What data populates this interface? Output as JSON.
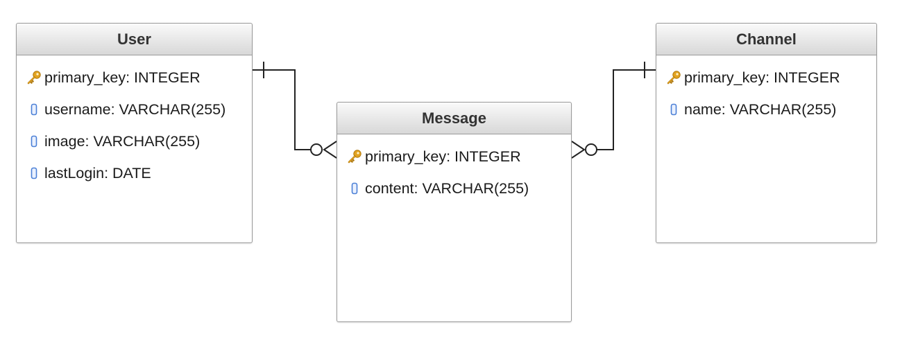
{
  "entities": [
    {
      "name": "User",
      "attributes": [
        {
          "icon": "key-icon",
          "text": "primary_key: INTEGER"
        },
        {
          "icon": "field-icon",
          "text": "username: VARCHAR(255)"
        },
        {
          "icon": "field-icon",
          "text": "image: VARCHAR(255)"
        },
        {
          "icon": "field-icon",
          "text": "lastLogin: DATE"
        }
      ]
    },
    {
      "name": "Message",
      "attributes": [
        {
          "icon": "key-icon",
          "text": "primary_key: INTEGER"
        },
        {
          "icon": "field-icon",
          "text": "content: VARCHAR(255)"
        }
      ]
    },
    {
      "name": "Channel",
      "attributes": [
        {
          "icon": "key-icon",
          "text": "primary_key: INTEGER"
        },
        {
          "icon": "field-icon",
          "text": "name: VARCHAR(255)"
        }
      ]
    }
  ],
  "relationships": [
    {
      "from": "User",
      "from_cardinality": "one",
      "to": "Message",
      "to_cardinality": "zero-or-many"
    },
    {
      "from": "Channel",
      "from_cardinality": "one",
      "to": "Message",
      "to_cardinality": "zero-or-many"
    }
  ],
  "colors": {
    "border": "#9a9a9a",
    "line": "#222222",
    "key_icon": "#e2a321",
    "field_icon": "#4a7fd6"
  }
}
